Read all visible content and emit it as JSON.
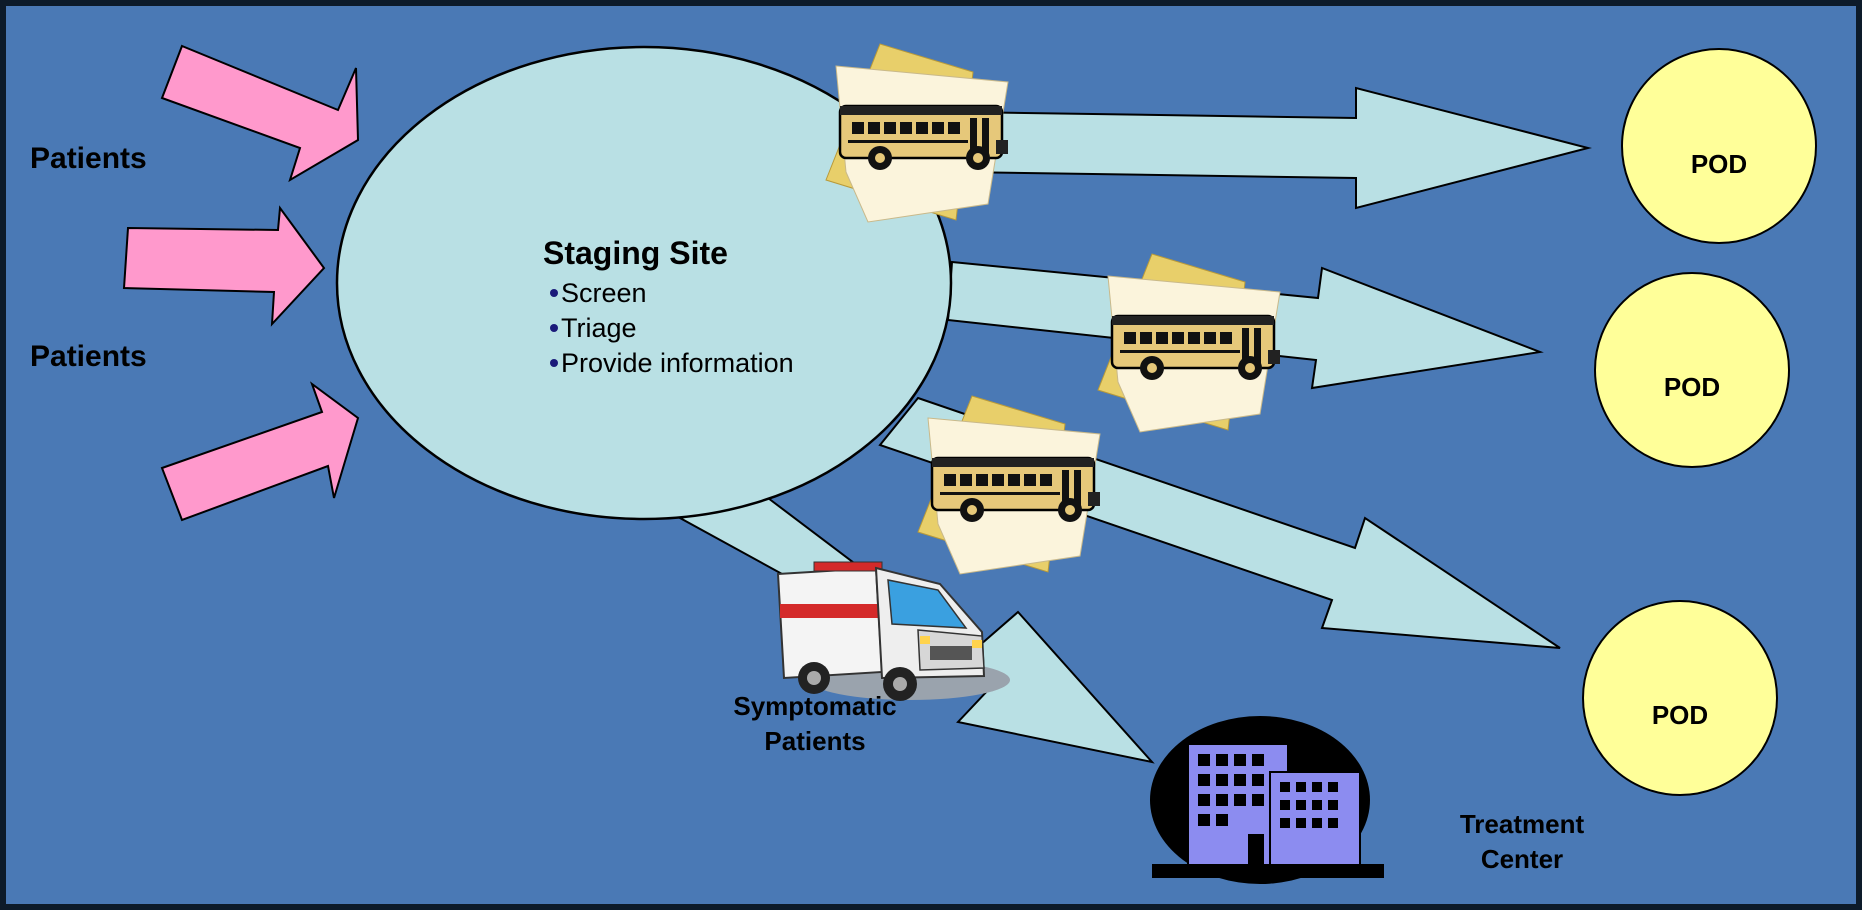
{
  "colors": {
    "background": "#4a79b5",
    "border": "#0d1b2a",
    "incoming_arrow": "#ff99cc",
    "outgoing_arrow": "#b9e0e4",
    "staging_ellipse": "#b9e0e4",
    "pod_fill": "#ffff99",
    "treatment_label": "#1f1fff",
    "hospital_fill": "#8c8cf0",
    "bus_fill": "#e6c87a"
  },
  "patients_labels": [
    "Patients",
    "Patients"
  ],
  "staging": {
    "title": "Staging Site",
    "bullets": [
      "Screen",
      "Triage",
      "Provide information"
    ]
  },
  "pods": [
    "POD",
    "POD",
    "POD"
  ],
  "symptomatic": {
    "line1": "Symptomatic",
    "line2": "Patients"
  },
  "treatment": {
    "line1": "Treatment",
    "line2": "Center"
  },
  "icons": {
    "bus": "school-bus-icon",
    "ambulance": "ambulance-icon",
    "hospital": "hospital-icon"
  }
}
